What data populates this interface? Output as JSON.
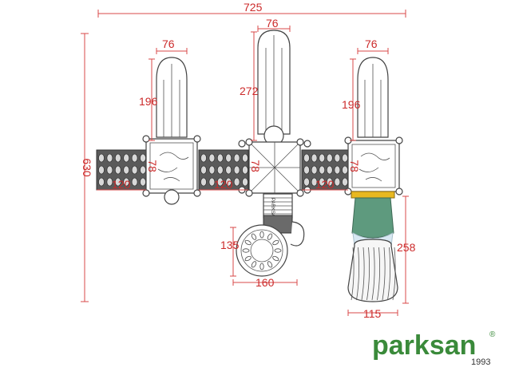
{
  "dimensions": {
    "total_width": "725",
    "total_height": "630",
    "tower_left_width": "76",
    "tower_center_width": "76",
    "tower_right_width": "76",
    "tower_left_height": "196",
    "tower_center_height": "272",
    "tower_right_height": "196",
    "deck_left": "78",
    "deck_center": "78",
    "deck_right": "78",
    "bridge_left": "120",
    "bridge_center": "120",
    "bridge_right": "120",
    "spiral_height": "135",
    "spiral_width": "160",
    "tube_height": "258",
    "tube_width": "115"
  },
  "labels": {
    "panel_text": "PARKSAN"
  },
  "logo": {
    "name": "parksan",
    "registered": "®",
    "year": "1993",
    "color": "#3a8a3a"
  },
  "colors": {
    "dimension": "#cc2a2a",
    "tube_green": "#5e9a7e",
    "tube_yellow": "#e8b820",
    "line": "#444444"
  }
}
